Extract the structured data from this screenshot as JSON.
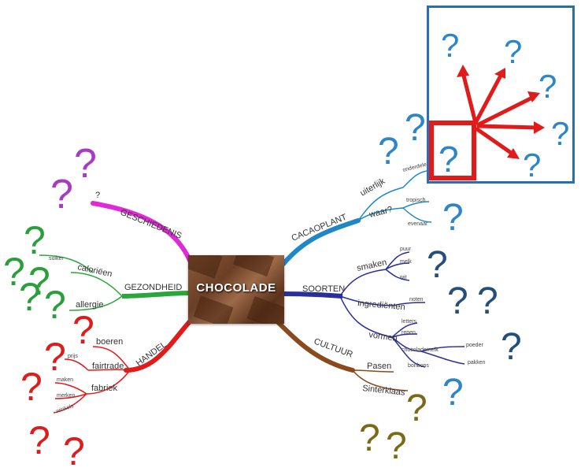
{
  "center": {
    "label": "CHOCOLADE"
  },
  "branches": {
    "geschiedenis": {
      "label": "GESCHIEDENIS",
      "child": "?"
    },
    "gezondheid": {
      "label": "GEZONDHEID",
      "children": [
        "caloriëen",
        "allergie"
      ],
      "sub": [
        "suiker"
      ]
    },
    "handel": {
      "label": "HANDEL",
      "children": [
        "boeren",
        "fairtrade",
        "fabriek"
      ],
      "sub": [
        "prijs",
        "maken",
        "merken",
        "winkels"
      ]
    },
    "cacaoplant": {
      "label": "CACAOPLANT",
      "children": [
        "uiterlijk",
        "waar?"
      ],
      "sub": [
        "onderdelen",
        "tropisch",
        "evenaar"
      ]
    },
    "soorten": {
      "label": "SOORTEN",
      "children": [
        "smaken",
        "ingrediënten",
        "vormen"
      ],
      "sub": [
        "puur",
        "melk",
        "wit",
        "noten",
        "letters",
        "repen",
        "chocolademelk",
        "poeder",
        "pakken",
        "bonbons"
      ]
    },
    "cultuur": {
      "label": "CULTUUR",
      "children": [
        "Pasen",
        "Sinterklaas"
      ]
    }
  },
  "question_mark": "?",
  "colors": {
    "geschiedenis": "#e02ad8",
    "gezondheid": "#2aa63a",
    "handel": "#e11a1a",
    "cacaoplant": "#1f87c8",
    "soorten": "#2b2f9a",
    "cultuur": "#8a4a1e",
    "purple_q": "#a63cc4",
    "green_q": "#27a03a",
    "red_q": "#e11a1a",
    "blue_q": "#2f86c6",
    "navy_q": "#244f7a",
    "olive_q": "#7a6a18",
    "zoom_border": "#2a6db3",
    "zoom_arrows": "#e11a1a"
  }
}
